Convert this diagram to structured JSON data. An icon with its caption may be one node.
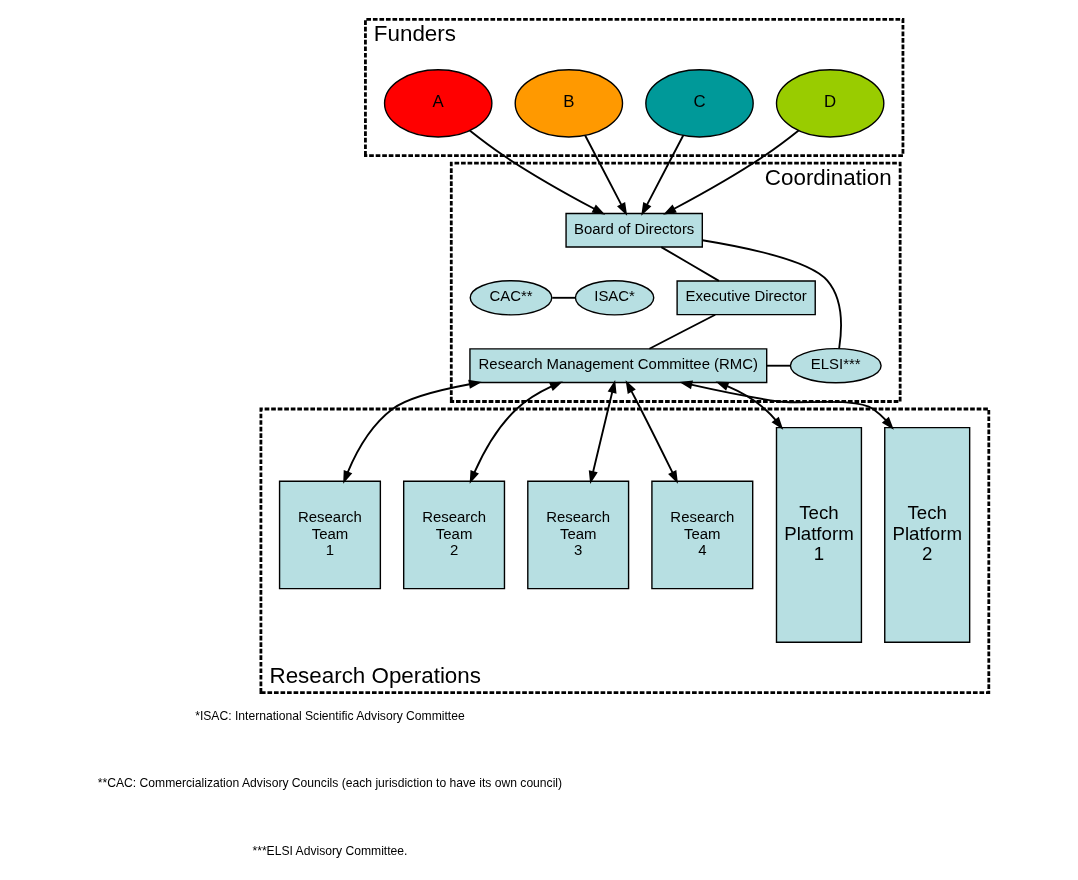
{
  "diagram": {
    "nodes": [
      {
        "text": [
          "Funders"
        ]
      },
      {
        "text": [
          "A"
        ],
        "in": 0
      },
      {
        "text": [
          "B"
        ],
        "in": 0
      },
      {
        "text": [
          "C"
        ],
        "in": 0
      },
      {
        "text": [
          "D"
        ],
        "in": 0
      },
      {
        "text": [
          "Coordination"
        ]
      },
      {
        "text": [
          "Board of Directors"
        ],
        "in": 5
      },
      {
        "text": [
          "ISAC*"
        ],
        "in": 5
      },
      {
        "text": [
          "CAC**"
        ],
        "in": 5
      },
      {
        "text": [
          "Executive Director"
        ],
        "in": 5
      },
      {
        "text": [
          "Research Management Committee (RMC)"
        ],
        "in": 5
      },
      {
        "text": [
          "ELSI***"
        ],
        "in": 5
      },
      {
        "text": [
          "Research Operations"
        ]
      },
      {
        "text": [
          "Research Team 1"
        ],
        "in": 12
      },
      {
        "text": [
          "Research Team 2"
        ],
        "in": 12
      },
      {
        "text": [
          "Research Team 3"
        ],
        "in": 12
      },
      {
        "text": [
          "Research Team 4"
        ],
        "in": 12
      },
      {
        "text": [
          "Tech Platform 1"
        ],
        "in": 12
      },
      {
        "text": [
          "Tech Platform 2"
        ],
        "in": 12
      }
    ],
    "edges": [
      {
        "from": 1,
        "to": 6,
        "arrow": "to"
      },
      {
        "from": 2,
        "to": 6,
        "arrow": "to"
      },
      {
        "from": 3,
        "to": 6,
        "arrow": "to"
      },
      {
        "from": 4,
        "to": 6,
        "arrow": "to"
      },
      {
        "from": 6,
        "to": 9,
        "arrow": "none"
      },
      {
        "from": 7,
        "to": 8,
        "arrow": "none"
      },
      {
        "from": 6,
        "to": 11,
        "arrow": "none"
      },
      {
        "from": 9,
        "to": 10,
        "arrow": "none"
      },
      {
        "from": 10,
        "to": 11,
        "arrow": "none"
      },
      {
        "from": 10,
        "to": 13,
        "arrow": "both"
      },
      {
        "from": 10,
        "to": 14,
        "arrow": "both"
      },
      {
        "from": 10,
        "to": 15,
        "arrow": "both"
      },
      {
        "from": 10,
        "to": 16,
        "arrow": "both"
      },
      {
        "from": 10,
        "to": 17,
        "arrow": "both"
      },
      {
        "from": 10,
        "to": 18,
        "arrow": "both"
      }
    ],
    "labels": [
      "*ISAC: International Scientific Advisory Committee",
      "**CAC: Commercialization Advisory Councils (each jurisdiction to have its own council)",
      "***ELSI Advisory Committee."
    ]
  }
}
